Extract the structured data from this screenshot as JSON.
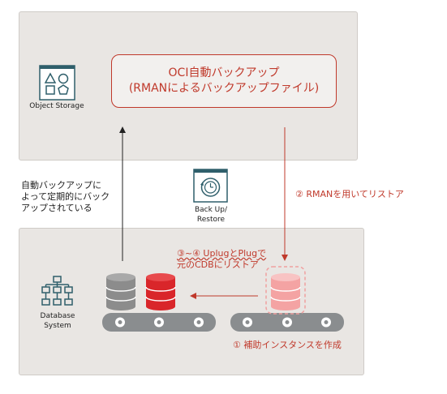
{
  "oci_box": {
    "line1": "OCI自動バックアップ",
    "line2": "(RMANによるバックアップファイル)"
  },
  "labels": {
    "object_storage": "Object Storage",
    "backup_restore_line1": "Back Up/",
    "backup_restore_line2": "Restore",
    "database_system_line1": "Database",
    "database_system_line2": "System"
  },
  "notes": {
    "auto_backup_line1": "自動バックアップに",
    "auto_backup_line2": "よって定期的にバック",
    "auto_backup_line3": "アップされている",
    "step2": "② RMANを用いてリストア",
    "step34_line1": "③~④ UplugとPlugで",
    "step34_line2": "元のCDBにリストア",
    "step1": "① 補助インスタンスを作成"
  },
  "colors": {
    "accent_red": "#c0392b",
    "db_red": "#d9262a",
    "db_pink": "#f4a3a3",
    "db_gray": "#8c8c8c",
    "icon_teal": "#2f5f6b",
    "conveyor": "#8a8d8f",
    "panel_bg": "#e9e6e3"
  },
  "icons": [
    "shapes-icon",
    "backup-restore-icon",
    "database-system-icon",
    "database-gray-icon",
    "database-red-icon",
    "database-pink-icon"
  ]
}
